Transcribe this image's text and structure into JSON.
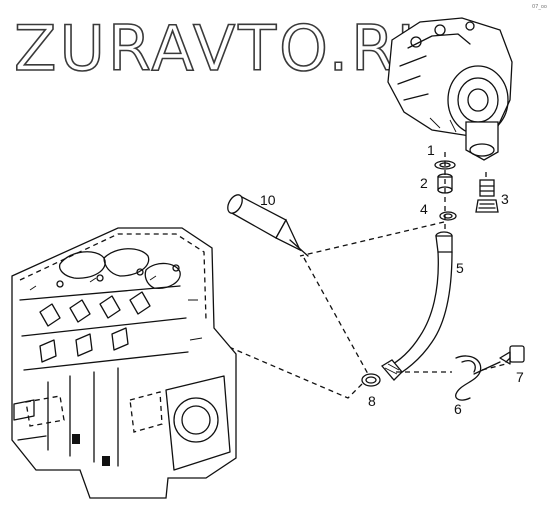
{
  "watermark": {
    "text": "ZURAVTO.RU"
  },
  "corner_mark": {
    "text": "07_oo"
  },
  "callouts": [
    {
      "id": "1",
      "label": "1"
    },
    {
      "id": "2",
      "label": "2"
    },
    {
      "id": "3",
      "label": "3"
    },
    {
      "id": "4",
      "label": "4"
    },
    {
      "id": "5",
      "label": "5"
    },
    {
      "id": "6",
      "label": "6"
    },
    {
      "id": "7",
      "label": "7"
    },
    {
      "id": "8",
      "label": "8"
    },
    {
      "id": "10",
      "label": "10"
    }
  ]
}
